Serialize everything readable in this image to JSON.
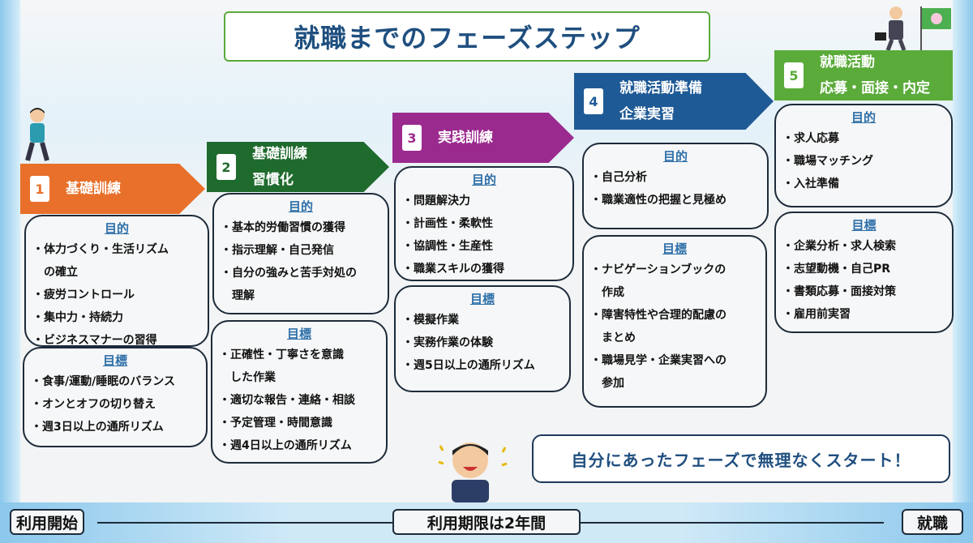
{
  "title": "就職までのフェーズステップ",
  "steps": [
    {
      "num": "1",
      "lines": [
        "基礎訓練"
      ],
      "color": "#e8702a",
      "purpose": {
        "heading": "目的",
        "items": [
          "・体力づくり・生活リズム",
          "　の確立",
          "・疲労コントロール",
          "・集中力・持続力",
          "・ビジネスマナーの習得"
        ]
      },
      "goal": {
        "heading": "目標",
        "items": [
          "・食事/運動/睡眠のバランス",
          "・オンとオフの切り替え",
          "・週3日以上の通所リズム"
        ]
      }
    },
    {
      "num": "2",
      "lines": [
        "基礎訓練",
        "習慣化"
      ],
      "color": "#1f6b2e",
      "purpose": {
        "heading": "目的",
        "items": [
          "・基本的労働習慣の獲得",
          "・指示理解・自己発信",
          "・自分の強みと苦手対処の",
          "　理解"
        ]
      },
      "goal": {
        "heading": "目標",
        "items": [
          "・正確性・丁寧さを意識",
          "　した作業",
          "・適切な報告・連絡・相談",
          "・予定管理・時間意識",
          "・週4日以上の通所リズム"
        ]
      }
    },
    {
      "num": "3",
      "lines": [
        "実践訓練"
      ],
      "color": "#9b2a8f",
      "purpose": {
        "heading": "目的",
        "items": [
          "・問題解決力",
          "・計画性・柔軟性",
          "・協調性・生産性",
          "・職業スキルの獲得"
        ]
      },
      "goal": {
        "heading": "目標",
        "items": [
          "・模擬作業",
          "・実務作業の体験",
          "・週5日以上の通所リズム"
        ]
      }
    },
    {
      "num": "4",
      "lines": [
        "就職活動準備",
        "企業実習"
      ],
      "color": "#1e5a96",
      "purpose": {
        "heading": "目的",
        "items": [
          "・自己分析",
          "・職業適性の把握と見極め"
        ]
      },
      "goal": {
        "heading": "目標",
        "items": [
          "・ナビゲーションブックの",
          "　作成",
          "・障害特性や合理的配慮の",
          "　まとめ",
          "・職場見学・企業実習への",
          "　参加"
        ]
      }
    },
    {
      "num": "5",
      "lines": [
        "就職活動",
        "応募・面接・内定"
      ],
      "color": "#5aab3a",
      "purpose": {
        "heading": "目的",
        "items": [
          "・求人応募",
          "・職場マッチング",
          "・入社準備"
        ]
      },
      "goal": {
        "heading": "目標",
        "items": [
          "・企業分析・求人検索",
          "・志望動機・自己PR",
          "・書類応募・面接対策",
          "・雇用前実習"
        ]
      }
    }
  ],
  "bubble": "自分にあったフェーズで無理なくスタート！",
  "timeline": {
    "start": "利用開始",
    "middle": "利用期限は2年間",
    "end": "就職"
  }
}
